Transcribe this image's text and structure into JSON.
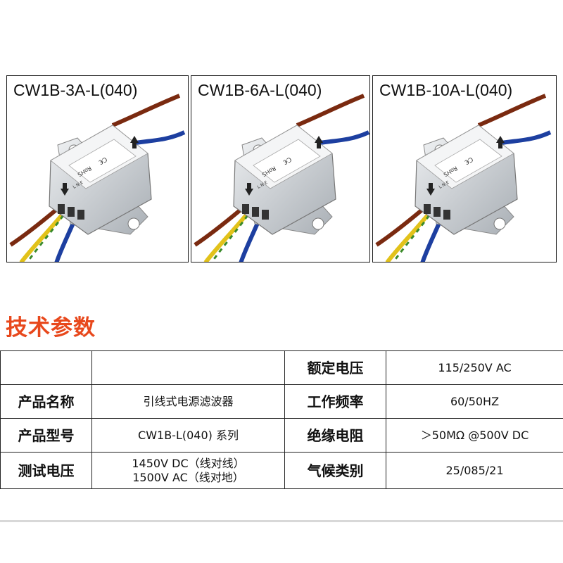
{
  "products": [
    {
      "label": "CW1B-3A-L(040)"
    },
    {
      "label": "CW1B-6A-L(040)"
    },
    {
      "label": "CW1B-10A-L(040)"
    }
  ],
  "device_marks": {
    "rohs": "RoHS",
    "ce": "C€",
    "lne": "L N E"
  },
  "section_title": "技术参数",
  "spec_table": {
    "rows": [
      {
        "k1": "",
        "v1": "",
        "k2": "额定电压",
        "v2": "115/250V AC"
      },
      {
        "k1": "产品名称",
        "v1": "引线式电源滤波器",
        "k2": "工作频率",
        "v2": "60/50HZ"
      },
      {
        "k1": "产品型号",
        "v1": "CW1B-L(040) 系列",
        "k2": "绝缘电阻",
        "v2": "＞50MΩ @500V  DC"
      },
      {
        "k1": "测试电压",
        "v1": "1450V DC（线对线）",
        "v1b": "1500V AC（线对地）",
        "k2": "气候类别",
        "v2": "25/085/21"
      }
    ]
  },
  "colors": {
    "title": "#e8481c",
    "wire_brown": "#7a2a10",
    "wire_blue": "#1d3fa0",
    "wire_yellow": "#e2c21a",
    "wire_green": "#3a8a2a",
    "metal": "#c9ced3"
  }
}
